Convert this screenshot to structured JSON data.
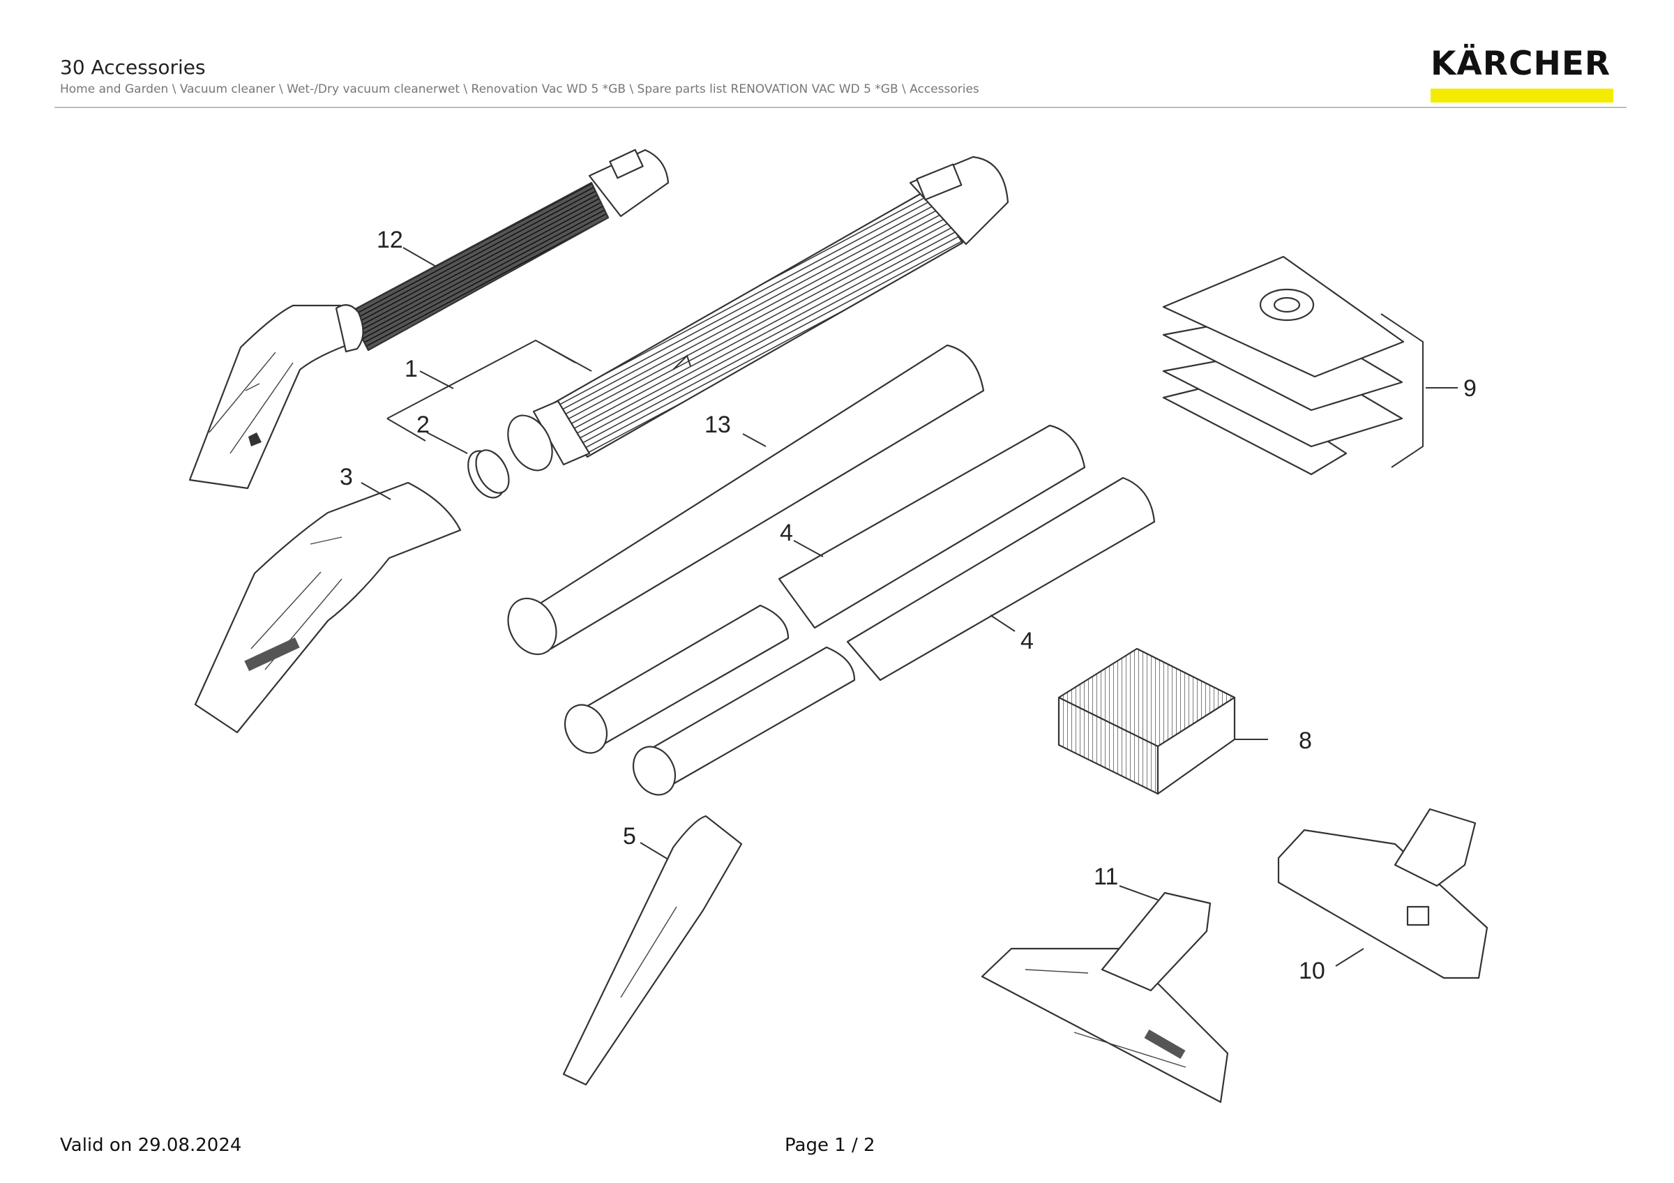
{
  "header": {
    "title": "30 Accessories",
    "breadcrumb": "Home and Garden \\ Vacuum cleaner \\ Wet-/Dry vacuum cleanerwet \\ Renovation Vac WD 5 *GB \\ Spare parts list RENOVATION VAC WD 5 *GB \\ Accessories"
  },
  "logo": {
    "text": "KÄRCHER",
    "accent_color": "#f4ec00"
  },
  "diagram": {
    "callouts": [
      "12",
      "1",
      "2",
      "3",
      "13",
      "4",
      "4",
      "5",
      "9",
      "8",
      "11",
      "10"
    ]
  },
  "footer": {
    "valid": "Valid on 29.08.2024",
    "page": "Page 1 / 2"
  }
}
